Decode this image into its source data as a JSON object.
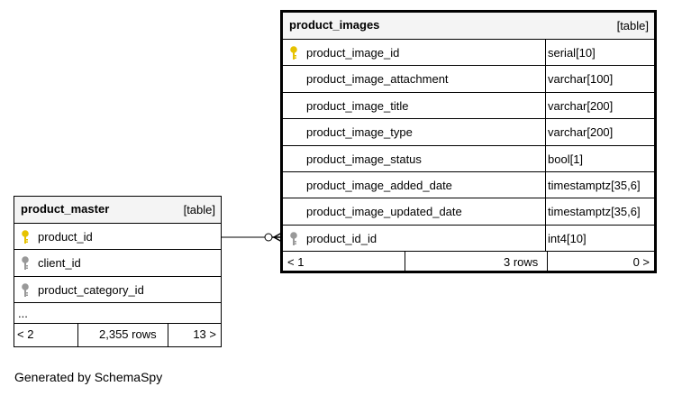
{
  "product_images": {
    "name": "product_images",
    "kind": "[table]",
    "columns": [
      {
        "name": "product_image_id",
        "type": "serial[10]",
        "key": "primary"
      },
      {
        "name": "product_image_attachment",
        "type": "varchar[100]",
        "key": ""
      },
      {
        "name": "product_image_title",
        "type": "varchar[200]",
        "key": ""
      },
      {
        "name": "product_image_type",
        "type": "varchar[200]",
        "key": ""
      },
      {
        "name": "product_image_status",
        "type": "bool[1]",
        "key": ""
      },
      {
        "name": "product_image_added_date",
        "type": "timestamptz[35,6]",
        "key": ""
      },
      {
        "name": "product_image_updated_date",
        "type": "timestamptz[35,6]",
        "key": ""
      },
      {
        "name": "product_id_id",
        "type": "int4[10]",
        "key": "foreign"
      }
    ],
    "footer": {
      "parents": "< 1",
      "rows": "3 rows",
      "children": "0 >"
    }
  },
  "product_master": {
    "name": "product_master",
    "kind": "[table]",
    "columns": [
      {
        "name": "product_id",
        "key": "primary"
      },
      {
        "name": "client_id",
        "key": "foreign"
      },
      {
        "name": "product_category_id",
        "key": "foreign"
      }
    ],
    "more": "...",
    "footer": {
      "parents": "< 2",
      "rows": "2,355 rows",
      "children": "13 >"
    }
  },
  "footer_text": "Generated by SchemaSpy",
  "colors": {
    "primary_key": "#e6c200",
    "foreign_key": "#999999",
    "header_bg": "#f4f4f4"
  }
}
